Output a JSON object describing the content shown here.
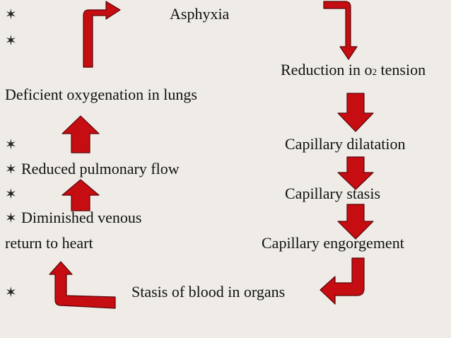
{
  "bullet_glyph": "✶",
  "colors": {
    "arrow_fill": "#c50d12",
    "arrow_stroke": "#5a0508",
    "background": "#efece7"
  },
  "nodes": {
    "asphyxia": "Asphyxia",
    "reduction_prefix": "Reduction in o",
    "reduction_sub": "2",
    "reduction_suffix": " tension",
    "capillary_dilatation": "Capillary dilatation",
    "capillary_stasis": "Capillary stasis",
    "capillary_engorgement": "Capillary engorgement",
    "stasis_organs": "Stasis of blood in organs",
    "diminished_venous": "Diminished venous",
    "return_to_heart": "return to heart",
    "reduced_pulmonary": "Reduced pulmonary flow",
    "deficient_oxygenation": "Deficient oxygenation in lungs"
  }
}
